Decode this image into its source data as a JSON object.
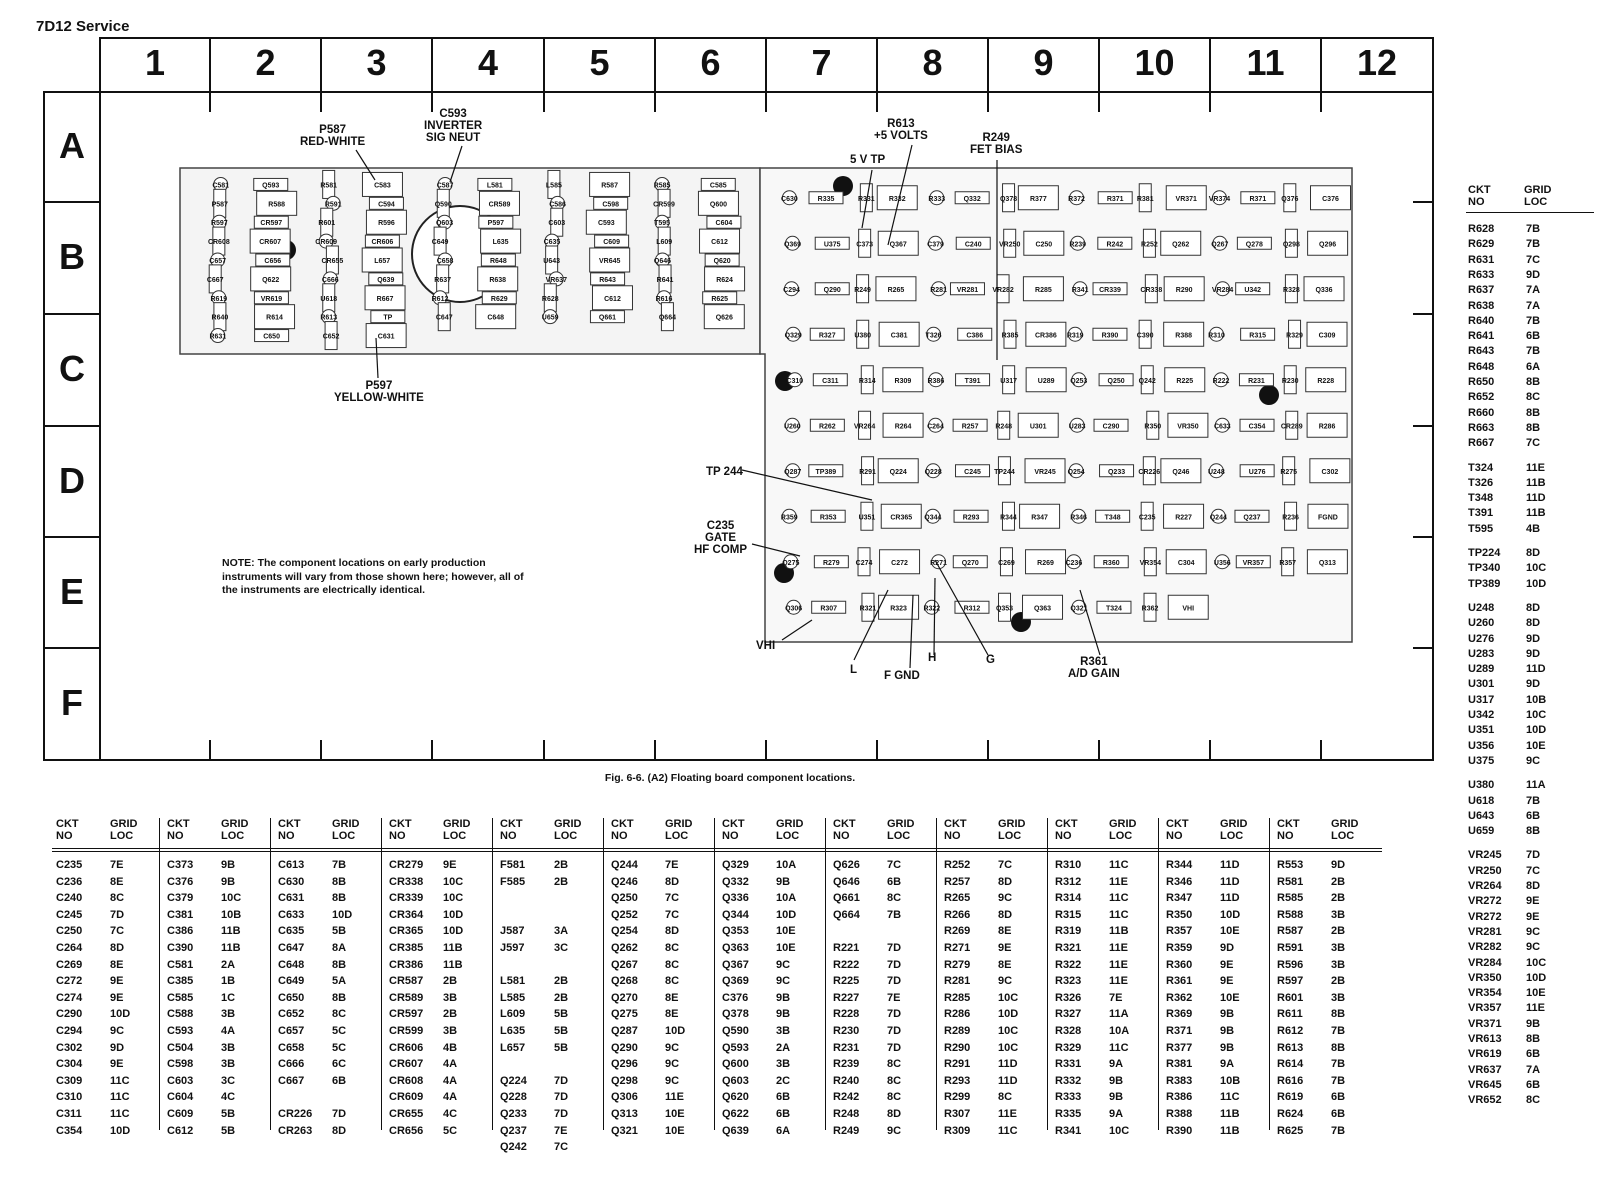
{
  "page_header": "7D12 Service",
  "figure_caption": "Fig. 6-6. (A2) Floating board component locations.",
  "grid": {
    "columns": [
      "1",
      "2",
      "3",
      "4",
      "5",
      "6",
      "7",
      "8",
      "9",
      "10",
      "11",
      "12"
    ],
    "rows": [
      "A",
      "B",
      "C",
      "D",
      "E",
      "F"
    ]
  },
  "note": "NOTE: The component locations on early production instruments will vary from those shown here; however, all of the instruments are electrically identical.",
  "callouts": {
    "p587": "P587\nRED-WHITE",
    "c593": "C593\nINVERTER\nSIG NEUT",
    "r613": "R613\n+5 VOLTS",
    "tp5v": "5 V TP",
    "r249": "R249\nFET BIAS",
    "p597": "P597\nYELLOW-WHITE",
    "tp244": "TP 244",
    "c235": "C235\nGATE\nHF COMP",
    "vhi": "VHI",
    "l": "L",
    "fgnd": "F GND",
    "h": "H",
    "g": "G",
    "r361": "R361\nA/D GAIN"
  },
  "board_labels": [
    "C581",
    "Q593",
    "R581",
    "C583",
    "C587",
    "L581",
    "L585",
    "R587",
    "R585",
    "C585",
    "P587",
    "R588",
    "R591",
    "C594",
    "Q590",
    "CR589",
    "C586",
    "C598",
    "CR599",
    "Q600",
    "R597",
    "CR597",
    "R601",
    "R596",
    "Q603",
    "P597",
    "C603",
    "C593",
    "T595",
    "C604",
    "CR608",
    "CR607",
    "CR609",
    "CR606",
    "C649",
    "L635",
    "C635",
    "C609",
    "L609",
    "C612",
    "C657",
    "C656",
    "CR655",
    "L657",
    "C658",
    "R648",
    "U643",
    "VR645",
    "Q646",
    "Q620",
    "C667",
    "Q622",
    "C666",
    "Q639",
    "R637",
    "R638",
    "VR637",
    "R643",
    "R641",
    "R624",
    "R619",
    "VR619",
    "U618",
    "R667",
    "R612",
    "R629",
    "R628",
    "C612",
    "R616",
    "R625",
    "R640",
    "R614",
    "R613",
    "TP",
    "C647",
    "C648",
    "U659",
    "Q661",
    "Q664",
    "Q626",
    "R631",
    "C650",
    "C652",
    "C631",
    "C630",
    "R335",
    "R331",
    "R332",
    "R333",
    "Q332",
    "Q378",
    "R377",
    "R372",
    "R371",
    "R381",
    "VR371",
    "VR374",
    "R371",
    "Q376",
    "C376",
    "Q369",
    "U375",
    "C373",
    "Q367",
    "C379",
    "C240",
    "VR250",
    "C250",
    "R239",
    "R242",
    "R252",
    "Q262",
    "Q267",
    "Q278",
    "Q298",
    "Q296",
    "C294",
    "Q290",
    "R249",
    "R265",
    "R281",
    "VR281",
    "VR282",
    "R285",
    "R341",
    "CR339",
    "CR338",
    "R290",
    "VR284",
    "U342",
    "R328",
    "Q336",
    "Q329",
    "R327",
    "U380",
    "C381",
    "T326",
    "C386",
    "R385",
    "CR386",
    "R319",
    "R390",
    "C390",
    "R388",
    "R310",
    "R315",
    "R329",
    "C309",
    "C310",
    "C311",
    "R314",
    "R309",
    "R386",
    "T391",
    "U317",
    "U289",
    "Q253",
    "Q250",
    "Q242",
    "R225",
    "R222",
    "R231",
    "R230",
    "R228",
    "U260",
    "R262",
    "VR264",
    "R264",
    "C264",
    "R257",
    "R248",
    "U301",
    "U283",
    "C290",
    "R350",
    "VR350",
    "C633",
    "C354",
    "CR289",
    "R286",
    "Q287",
    "TP389",
    "R291",
    "Q224",
    "Q228",
    "C245",
    "TP244",
    "VR245",
    "Q254",
    "Q233",
    "CR226",
    "Q246",
    "U248",
    "U276",
    "R275",
    "C302",
    "R359",
    "R353",
    "U351",
    "CR365",
    "Q344",
    "R293",
    "R344",
    "R347",
    "R346",
    "T348",
    "C235",
    "R227",
    "Q244",
    "Q237",
    "R236",
    "FGND",
    "Q275",
    "R279",
    "C274",
    "C272",
    "R271",
    "Q270",
    "C269",
    "R269",
    "C236",
    "R360",
    "VR354",
    "C304",
    "U356",
    "VR357",
    "R357",
    "Q313",
    "Q306",
    "R307",
    "R321",
    "R323",
    "R322",
    "R312",
    "Q353",
    "Q363",
    "Q321",
    "T324",
    "R362",
    "VHI"
  ],
  "ref_tables": {
    "headers": {
      "ckt": "CKT\nNO",
      "grid": "GRID\nLOC"
    },
    "columns": [
      [
        [
          "C235",
          "7E"
        ],
        [
          "C236",
          "8E"
        ],
        [
          "C240",
          "8C"
        ],
        [
          "C245",
          "7D"
        ],
        [
          "C250",
          "7C"
        ],
        [
          "C264",
          "8D"
        ],
        [
          "C269",
          "8E"
        ],
        [
          "C272",
          "9E"
        ],
        [
          "C274",
          "9E"
        ],
        [
          "C290",
          "10D"
        ],
        [
          "C294",
          "9C"
        ],
        [
          "C302",
          "9D"
        ],
        [
          "C304",
          "9E"
        ],
        [
          "C309",
          "11C"
        ],
        [
          "C310",
          "11C"
        ],
        [
          "C311",
          "11C"
        ],
        [
          "C354",
          "10D"
        ]
      ],
      [
        [
          "C373",
          "9B"
        ],
        [
          "C376",
          "9B"
        ],
        [
          "C379",
          "10C"
        ],
        [
          "C381",
          "10B"
        ],
        [
          "C386",
          "11B"
        ],
        [
          "C390",
          "11B"
        ],
        [
          "C581",
          "2A"
        ],
        [
          "C385",
          "1B"
        ],
        [
          "C585",
          "1C"
        ],
        [
          "C588",
          "3B"
        ],
        [
          "C593",
          "4A"
        ],
        [
          "C504",
          "3B"
        ],
        [
          "C598",
          "3B"
        ],
        [
          "C603",
          "3C"
        ],
        [
          "C604",
          "4C"
        ],
        [
          "C609",
          "5B"
        ],
        [
          "C612",
          "5B"
        ]
      ],
      [
        [
          "C613",
          "7B"
        ],
        [
          "C630",
          "8B"
        ],
        [
          "C631",
          "8B"
        ],
        [
          "C633",
          "10D"
        ],
        [
          "C635",
          "5B"
        ],
        [
          "C647",
          "8A"
        ],
        [
          "C648",
          "8B"
        ],
        [
          "C649",
          "5A"
        ],
        [
          "C650",
          "8B"
        ],
        [
          "C652",
          "8C"
        ],
        [
          "C657",
          "5C"
        ],
        [
          "C658",
          "5C"
        ],
        [
          "C666",
          "6C"
        ],
        [
          "C667",
          "6B"
        ],
        [
          "",
          ""
        ],
        [
          "CR226",
          "7D"
        ],
        [
          "CR263",
          "8D"
        ]
      ],
      [
        [
          "CR279",
          "9E"
        ],
        [
          "CR338",
          "10C"
        ],
        [
          "CR339",
          "10C"
        ],
        [
          "CR364",
          "10D"
        ],
        [
          "CR365",
          "10D"
        ],
        [
          "CR385",
          "11B"
        ],
        [
          "CR386",
          "11B"
        ],
        [
          "CR587",
          "2B"
        ],
        [
          "CR589",
          "3B"
        ],
        [
          "CR597",
          "2B"
        ],
        [
          "CR599",
          "3B"
        ],
        [
          "CR606",
          "4B"
        ],
        [
          "CR607",
          "4A"
        ],
        [
          "CR608",
          "4A"
        ],
        [
          "CR609",
          "4A"
        ],
        [
          "CR655",
          "4C"
        ],
        [
          "CR656",
          "5C"
        ]
      ],
      [
        [
          "F581",
          "2B"
        ],
        [
          "F585",
          "2B"
        ],
        [
          "",
          ""
        ],
        [
          "",
          ""
        ],
        [
          "J587",
          "3A"
        ],
        [
          "J597",
          "3C"
        ],
        [
          "",
          ""
        ],
        [
          "L581",
          "2B"
        ],
        [
          "L585",
          "2B"
        ],
        [
          "L609",
          "5B"
        ],
        [
          "L635",
          "5B"
        ],
        [
          "L657",
          "5B"
        ],
        [
          "",
          ""
        ],
        [
          "Q224",
          "7D"
        ],
        [
          "Q228",
          "7D"
        ],
        [
          "Q233",
          "7D"
        ],
        [
          "Q237",
          "7E"
        ],
        [
          "Q242",
          "7C"
        ]
      ],
      [
        [
          "Q244",
          "7E"
        ],
        [
          "Q246",
          "8D"
        ],
        [
          "Q250",
          "7C"
        ],
        [
          "Q252",
          "7C"
        ],
        [
          "Q254",
          "8D"
        ],
        [
          "Q262",
          "8C"
        ],
        [
          "Q267",
          "8C"
        ],
        [
          "Q268",
          "8C"
        ],
        [
          "Q270",
          "8E"
        ],
        [
          "Q275",
          "8E"
        ],
        [
          "Q287",
          "10D"
        ],
        [
          "Q290",
          "9C"
        ],
        [
          "Q296",
          "9C"
        ],
        [
          "Q298",
          "9C"
        ],
        [
          "Q306",
          "11E"
        ],
        [
          "Q313",
          "10E"
        ],
        [
          "Q321",
          "10E"
        ]
      ],
      [
        [
          "Q329",
          "10A"
        ],
        [
          "Q332",
          "9B"
        ],
        [
          "Q336",
          "10A"
        ],
        [
          "Q344",
          "10D"
        ],
        [
          "Q353",
          "10E"
        ],
        [
          "Q363",
          "10E"
        ],
        [
          "Q367",
          "9C"
        ],
        [
          "Q369",
          "9C"
        ],
        [
          "C376",
          "9B"
        ],
        [
          "Q378",
          "9B"
        ],
        [
          "Q590",
          "3B"
        ],
        [
          "Q593",
          "2A"
        ],
        [
          "Q600",
          "3B"
        ],
        [
          "Q603",
          "2C"
        ],
        [
          "Q620",
          "6B"
        ],
        [
          "Q622",
          "6B"
        ],
        [
          "Q639",
          "6A"
        ]
      ],
      [
        [
          "Q626",
          "7C"
        ],
        [
          "Q646",
          "6B"
        ],
        [
          "Q661",
          "8C"
        ],
        [
          "Q664",
          "7B"
        ],
        [
          "",
          ""
        ],
        [
          "R221",
          "7D"
        ],
        [
          "R222",
          "7D"
        ],
        [
          "R225",
          "7D"
        ],
        [
          "R227",
          "7E"
        ],
        [
          "R228",
          "7D"
        ],
        [
          "R230",
          "7D"
        ],
        [
          "R231",
          "7D"
        ],
        [
          "R239",
          "8C"
        ],
        [
          "R240",
          "8C"
        ],
        [
          "R242",
          "8C"
        ],
        [
          "R248",
          "8D"
        ],
        [
          "R249",
          "9C"
        ]
      ],
      [
        [
          "R252",
          "7C"
        ],
        [
          "R257",
          "8D"
        ],
        [
          "R265",
          "9C"
        ],
        [
          "R266",
          "8D"
        ],
        [
          "R269",
          "8E"
        ],
        [
          "R271",
          "9E"
        ],
        [
          "R279",
          "8E"
        ],
        [
          "R281",
          "9C"
        ],
        [
          "R285",
          "10C"
        ],
        [
          "R286",
          "10D"
        ],
        [
          "R289",
          "10C"
        ],
        [
          "R290",
          "10C"
        ],
        [
          "R291",
          "11D"
        ],
        [
          "R293",
          "11D"
        ],
        [
          "R299",
          "8C"
        ],
        [
          "R307",
          "11E"
        ],
        [
          "R309",
          "11C"
        ]
      ],
      [
        [
          "R310",
          "11C"
        ],
        [
          "R312",
          "11E"
        ],
        [
          "R314",
          "11C"
        ],
        [
          "R315",
          "11C"
        ],
        [
          "R319",
          "11B"
        ],
        [
          "R321",
          "11E"
        ],
        [
          "R322",
          "11E"
        ],
        [
          "R323",
          "11E"
        ],
        [
          "R326",
          "7E"
        ],
        [
          "R327",
          "11A"
        ],
        [
          "R328",
          "10A"
        ],
        [
          "R329",
          "11C"
        ],
        [
          "R331",
          "9A"
        ],
        [
          "R332",
          "9B"
        ],
        [
          "R333",
          "9B"
        ],
        [
          "R335",
          "9A"
        ],
        [
          "R341",
          "10C"
        ]
      ],
      [
        [
          "R344",
          "11D"
        ],
        [
          "R346",
          "11D"
        ],
        [
          "R347",
          "11D"
        ],
        [
          "R350",
          "10D"
        ],
        [
          "R357",
          "10E"
        ],
        [
          "R359",
          "9D"
        ],
        [
          "R360",
          "9E"
        ],
        [
          "R361",
          "9E"
        ],
        [
          "R362",
          "10E"
        ],
        [
          "R369",
          "9B"
        ],
        [
          "R371",
          "9B"
        ],
        [
          "R377",
          "9B"
        ],
        [
          "R381",
          "9A"
        ],
        [
          "R383",
          "10B"
        ],
        [
          "R386",
          "11C"
        ],
        [
          "R388",
          "11B"
        ],
        [
          "R390",
          "11B"
        ]
      ],
      [
        [
          "R553",
          "9D"
        ],
        [
          "R581",
          "2B"
        ],
        [
          "R585",
          "2B"
        ],
        [
          "R588",
          "3B"
        ],
        [
          "R587",
          "2B"
        ],
        [
          "R591",
          "3B"
        ],
        [
          "R596",
          "3B"
        ],
        [
          "R597",
          "2B"
        ],
        [
          "R601",
          "3B"
        ],
        [
          "R611",
          "8B"
        ],
        [
          "R612",
          "7B"
        ],
        [
          "R613",
          "8B"
        ],
        [
          "R614",
          "7B"
        ],
        [
          "R616",
          "7B"
        ],
        [
          "R619",
          "6B"
        ],
        [
          "R624",
          "6B"
        ],
        [
          "R625",
          "7B"
        ]
      ]
    ],
    "right_column": [
      [
        [
          "R628",
          "7B"
        ],
        [
          "R629",
          "7B"
        ],
        [
          "R631",
          "7C"
        ],
        [
          "R633",
          "9D"
        ],
        [
          "R637",
          "7A"
        ],
        [
          "R638",
          "7A"
        ],
        [
          "R640",
          "7B"
        ],
        [
          "R641",
          "6B"
        ],
        [
          "R643",
          "7B"
        ],
        [
          "R648",
          "6A"
        ],
        [
          "R650",
          "8B"
        ],
        [
          "R652",
          "8C"
        ],
        [
          "R660",
          "8B"
        ],
        [
          "R663",
          "8B"
        ],
        [
          "R667",
          "7C"
        ]
      ],
      [
        [
          "T324",
          "11E"
        ],
        [
          "T326",
          "11B"
        ],
        [
          "T348",
          "11D"
        ],
        [
          "T391",
          "11B"
        ],
        [
          "T595",
          "4B"
        ]
      ],
      [
        [
          "TP224",
          "8D"
        ],
        [
          "TP340",
          "10C"
        ],
        [
          "TP389",
          "10D"
        ]
      ],
      [
        [
          "U248",
          "8D"
        ],
        [
          "U260",
          "8D"
        ],
        [
          "U276",
          "9D"
        ],
        [
          "U283",
          "9D"
        ],
        [
          "U289",
          "11D"
        ],
        [
          "U301",
          "9D"
        ],
        [
          "U317",
          "10B"
        ],
        [
          "U342",
          "10C"
        ],
        [
          "U351",
          "10D"
        ],
        [
          "U356",
          "10E"
        ],
        [
          "U375",
          "9C"
        ]
      ],
      [
        [
          "U380",
          "11A"
        ],
        [
          "U618",
          "7B"
        ],
        [
          "U643",
          "6B"
        ],
        [
          "U659",
          "8B"
        ]
      ],
      [
        [
          "VR245",
          "7D"
        ],
        [
          "VR250",
          "7C"
        ],
        [
          "VR264",
          "8D"
        ],
        [
          "VR272",
          "9E"
        ],
        [
          "VR272",
          "9E"
        ],
        [
          "VR281",
          "9C"
        ],
        [
          "VR282",
          "9C"
        ],
        [
          "VR284",
          "10C"
        ],
        [
          "VR350",
          "10D"
        ],
        [
          "VR354",
          "10E"
        ],
        [
          "VR357",
          "11E"
        ],
        [
          "VR371",
          "9B"
        ],
        [
          "VR613",
          "8B"
        ],
        [
          "VR619",
          "6B"
        ],
        [
          "VR637",
          "7A"
        ],
        [
          "VR645",
          "6B"
        ],
        [
          "VR652",
          "8C"
        ]
      ]
    ]
  }
}
